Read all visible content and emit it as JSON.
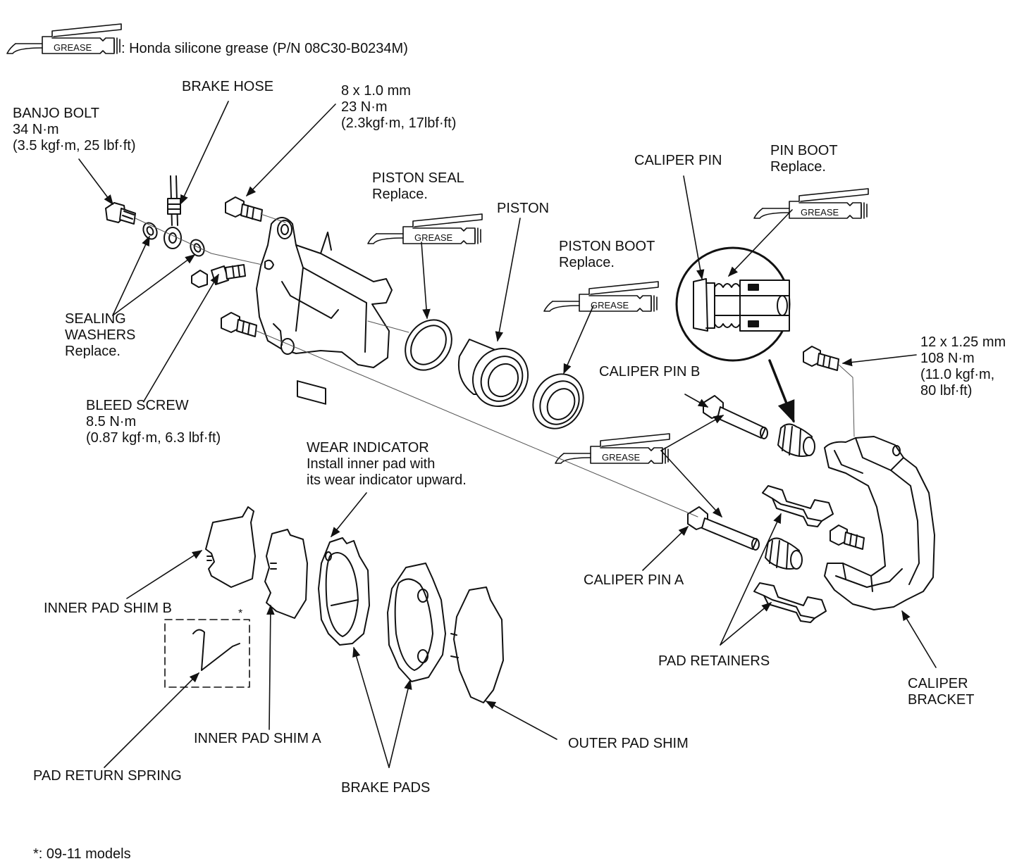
{
  "legend": {
    "icon_text": "GREASE",
    "text": ": Honda silicone grease (P/N 08C30-B0234M)"
  },
  "grease_icon_text": "GREASE",
  "labels": {
    "banjo_bolt": [
      "BANJO BOLT",
      "34 N·m",
      "(3.5 kgf·m, 25 lbf·ft)"
    ],
    "brake_hose": [
      "BRAKE HOSE"
    ],
    "bolt_8mm": [
      "8 x 1.0 mm",
      "23 N·m",
      "(2.3kgf·m, 17lbf·ft)"
    ],
    "piston_seal": [
      "PISTON SEAL",
      "Replace."
    ],
    "piston": [
      "PISTON"
    ],
    "piston_boot": [
      "PISTON BOOT",
      "Replace."
    ],
    "caliper_pin": [
      "CALIPER PIN"
    ],
    "pin_boot": [
      "PIN BOOT",
      "Replace."
    ],
    "sealing_washers": [
      "SEALING",
      "WASHERS",
      "Replace."
    ],
    "bolt_12mm": [
      "12 x 1.25 mm",
      "108 N·m",
      "(11.0 kgf·m,",
      "80 lbf·ft)"
    ],
    "caliper_pin_b": [
      "CALIPER PIN B"
    ],
    "bleed_screw": [
      "BLEED SCREW",
      "8.5 N·m",
      "(0.87 kgf·m, 6.3 lbf·ft)"
    ],
    "wear_indicator": [
      "WEAR INDICATOR",
      "Install inner pad with",
      "its wear indicator upward."
    ],
    "caliper_pin_a": [
      "CALIPER PIN A"
    ],
    "inner_pad_shim_b": [
      "INNER PAD SHIM B"
    ],
    "asterisk": [
      "*"
    ],
    "pad_retainers": [
      "PAD RETAINERS"
    ],
    "caliper_bracket": [
      "CALIPER",
      "BRACKET"
    ],
    "inner_pad_shim_a": [
      "INNER PAD SHIM A"
    ],
    "outer_pad_shim": [
      "OUTER PAD SHIM"
    ],
    "pad_return_spring": [
      "PAD RETURN SPRING"
    ],
    "brake_pads": [
      "BRAKE PADS"
    ]
  },
  "footnote": "*: 09-11 models"
}
